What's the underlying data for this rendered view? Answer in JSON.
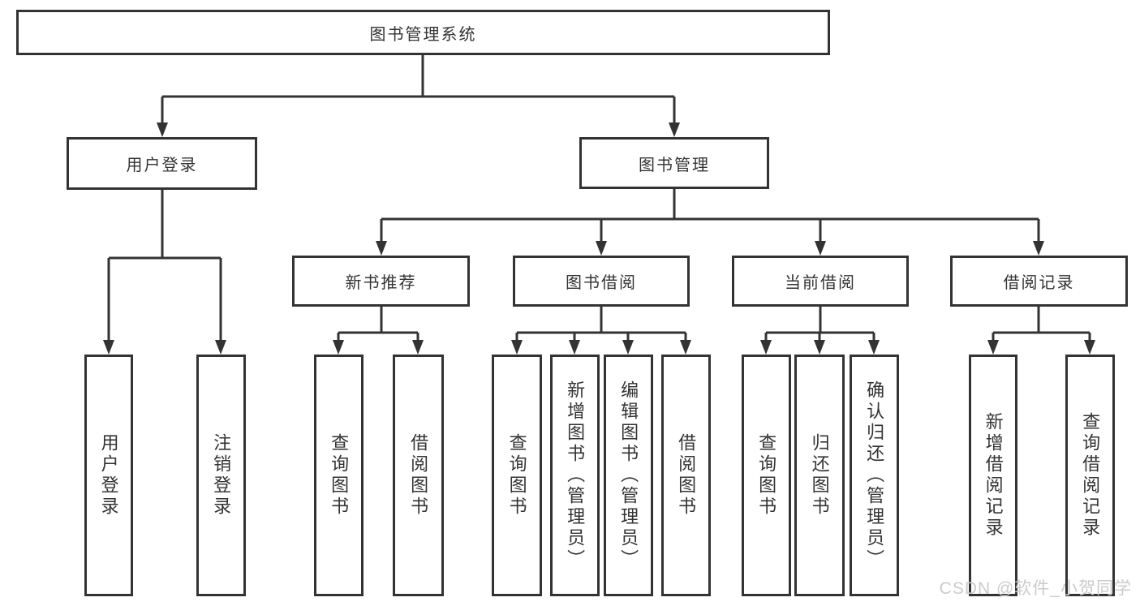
{
  "title": "图书管理系统",
  "level2": [
    "用户登录",
    "图书管理"
  ],
  "level3": [
    "新书推荐",
    "图书借阅",
    "当前借阅",
    "借阅记录"
  ],
  "leaves": [
    "用户登录",
    "注销登录",
    "查询图书",
    "借阅图书",
    "查询图书",
    "新增图书（管理员）",
    "编辑图书（管理员）",
    "借阅图书",
    "查询图书",
    "归还图书",
    "确认归还（管理员）",
    "新增借阅记录",
    "查询借阅记录"
  ],
  "watermark": "CSDN @软件_小贺同学",
  "colors": {
    "line": "#333333",
    "text": "#333333",
    "watermark": "#cbcbcb",
    "background": "#ffffff"
  }
}
